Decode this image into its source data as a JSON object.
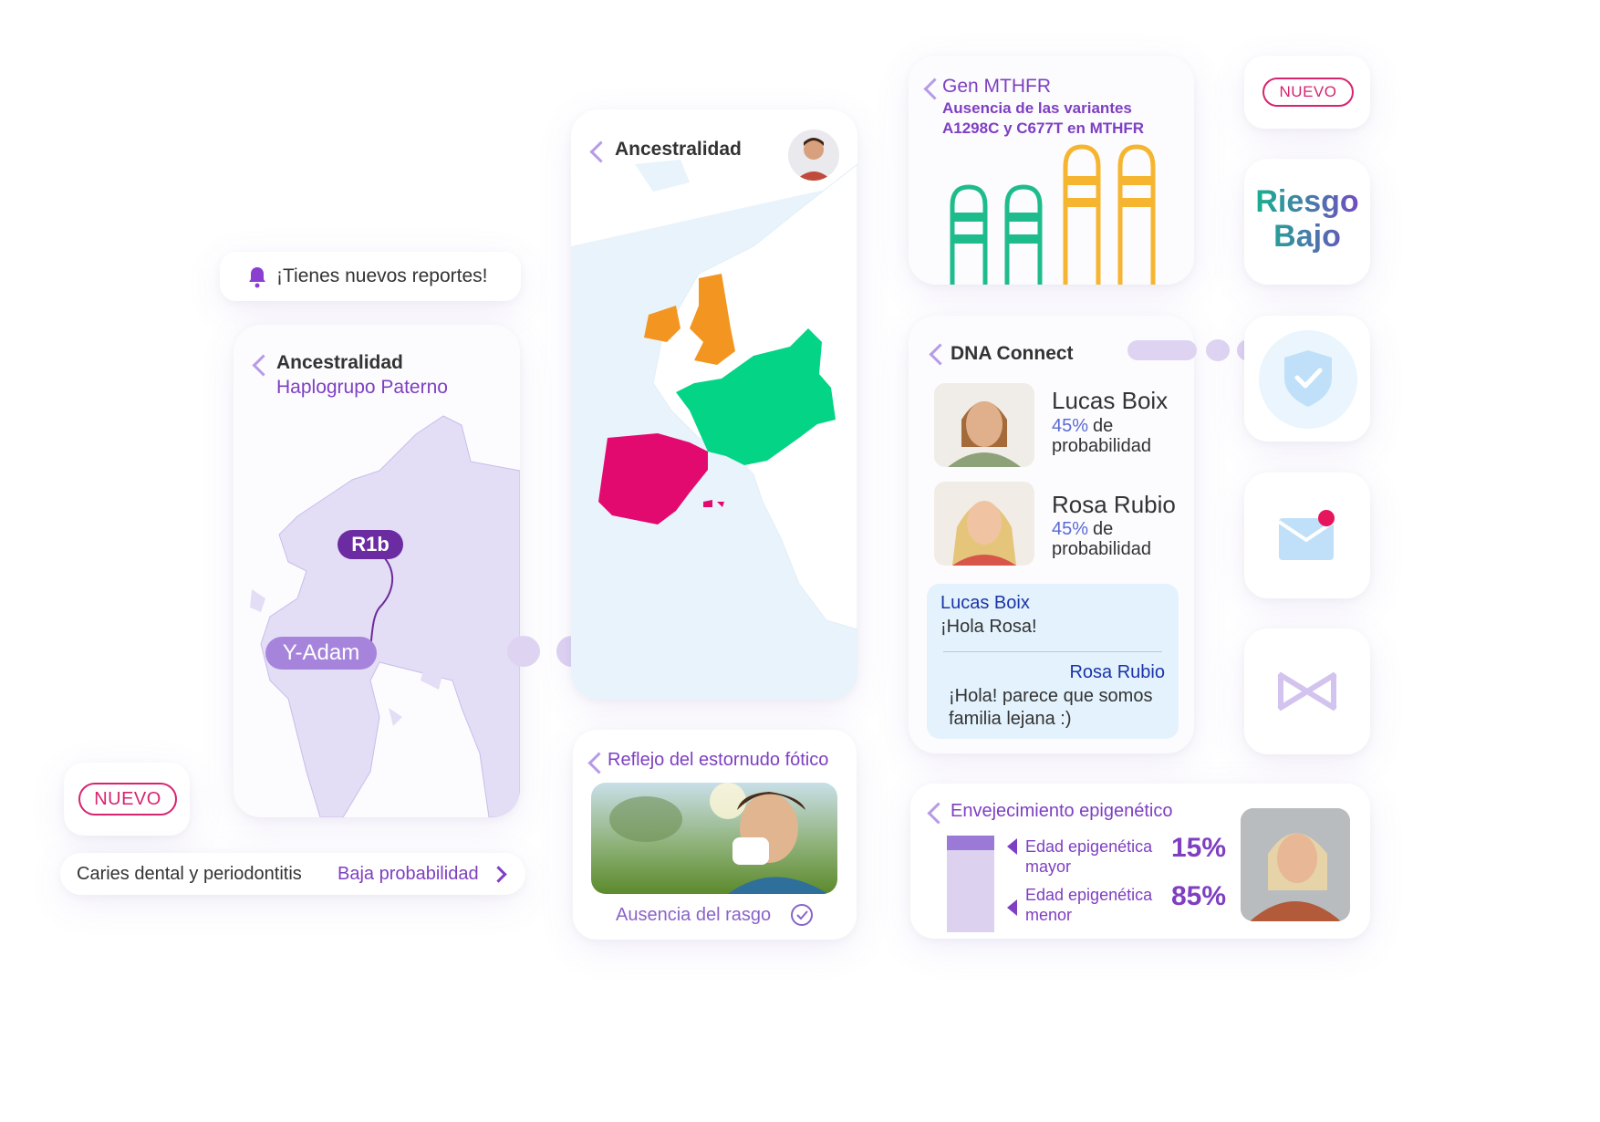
{
  "notification": {
    "text": "¡Tienes nuevos reportes!",
    "icon": "bell-icon"
  },
  "haplogroup": {
    "title": "Ancestralidad",
    "subtitle": "Haplogrupo Paterno",
    "marker_top": "R1b",
    "marker_bottom": "Y-Adam"
  },
  "ancestry": {
    "title": "Ancestralidad"
  },
  "mthfr": {
    "title": "Gen MTHFR",
    "subtitle_line1": "Ausencia de las variantes",
    "subtitle_line2": "A1298C y C677T en MTHFR"
  },
  "badges": {
    "new_top": "NUEVO",
    "new_bottom": "NUEVO"
  },
  "risk": {
    "line1": "Riesgo",
    "line2": "Bajo"
  },
  "dna_connect": {
    "title": "DNA Connect",
    "matches": [
      {
        "name": "Lucas Boix",
        "percent": "45%",
        "text1": "de",
        "text2": "probabilidad"
      },
      {
        "name": "Rosa Rubio",
        "percent": "45%",
        "text1": "de",
        "text2": "probabilidad"
      }
    ],
    "chat": {
      "msg1_author": "Lucas Boix",
      "msg1_text": "¡Hola Rosa!",
      "msg2_author": "Rosa Rubio",
      "msg2_line1": "¡Hola! parece que somos",
      "msg2_line2": "familia lejana :)"
    }
  },
  "caries": {
    "label": "Caries dental y periodontitis",
    "value": "Baja probabilidad"
  },
  "sneeze": {
    "title": "Reflejo del estornudo fótico",
    "result": "Ausencia del rasgo"
  },
  "epigenetic": {
    "title": "Envejecimiento epigenético",
    "older_label1": "Edad epigenética",
    "older_label2": "mayor",
    "older_value": "15%",
    "younger_label1": "Edad epigenética",
    "younger_label2": "menor",
    "younger_value": "85%",
    "older_fraction": 0.15
  },
  "colors": {
    "purple": "#7e3fc2",
    "pink": "#d6246e",
    "green": "#1ebc8c",
    "orange": "#f6a623",
    "teal_green": "#04d486",
    "magenta": "#e20a6e"
  }
}
